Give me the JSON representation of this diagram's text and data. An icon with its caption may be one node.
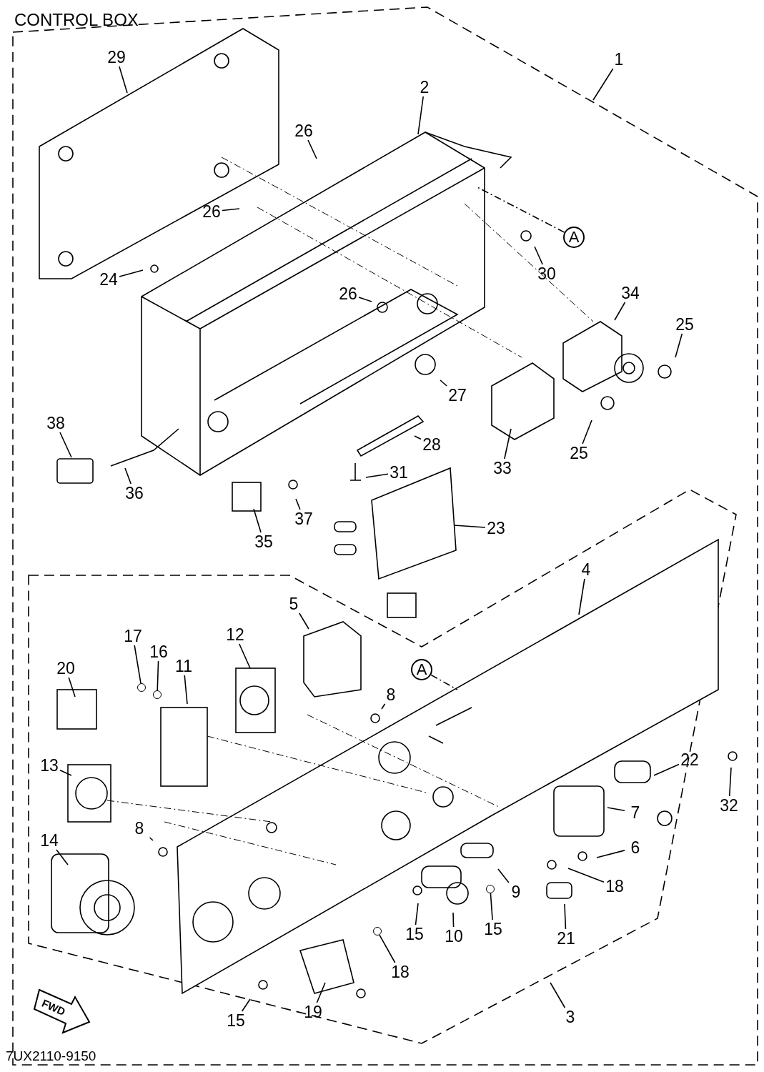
{
  "diagram": {
    "title": "CONTROL BOX",
    "nodes": [
      {
        "text": [
          "1"
        ]
      },
      {
        "text": [
          "2"
        ]
      },
      {
        "text": [
          "29"
        ]
      },
      {
        "text": [
          "26"
        ]
      },
      {
        "text": [
          "26"
        ]
      },
      {
        "text": [
          "24"
        ]
      },
      {
        "text": [
          "A"
        ]
      },
      {
        "text": [
          "30"
        ]
      },
      {
        "text": [
          "34"
        ]
      },
      {
        "text": [
          "25"
        ]
      },
      {
        "text": [
          "26"
        ]
      },
      {
        "text": [
          "27"
        ]
      },
      {
        "text": [
          "28"
        ]
      },
      {
        "text": [
          "31"
        ]
      },
      {
        "text": [
          "33"
        ]
      },
      {
        "text": [
          "25"
        ]
      },
      {
        "text": [
          "38"
        ]
      },
      {
        "text": [
          "36"
        ]
      },
      {
        "text": [
          "37"
        ]
      },
      {
        "text": [
          "35"
        ]
      },
      {
        "text": [
          "23"
        ]
      },
      {
        "text": [
          "4"
        ]
      },
      {
        "text": [
          "5"
        ]
      },
      {
        "text": [
          "17"
        ]
      },
      {
        "text": [
          "16"
        ]
      },
      {
        "text": [
          "11"
        ]
      },
      {
        "text": [
          "12"
        ]
      },
      {
        "text": [
          "20"
        ]
      },
      {
        "text": [
          "A"
        ]
      },
      {
        "text": [
          "8"
        ]
      },
      {
        "text": [
          "22"
        ]
      },
      {
        "text": [
          "32"
        ]
      },
      {
        "text": [
          "13"
        ]
      },
      {
        "text": [
          "7"
        ]
      },
      {
        "text": [
          "8"
        ]
      },
      {
        "text": [
          "6"
        ]
      },
      {
        "text": [
          "14"
        ]
      },
      {
        "text": [
          "18"
        ]
      },
      {
        "text": [
          "9"
        ]
      },
      {
        "text": [
          "21"
        ]
      },
      {
        "text": [
          "15"
        ]
      },
      {
        "text": [
          "10"
        ]
      },
      {
        "text": [
          "15"
        ]
      },
      {
        "text": [
          "18"
        ]
      },
      {
        "text": [
          "19"
        ]
      },
      {
        "text": [
          "15"
        ]
      },
      {
        "text": [
          "3"
        ]
      },
      {
        "text": [],
        "shape": "circle"
      },
      {
        "text": [],
        "shape": "circle"
      },
      {
        "text": [],
        "shape": "circle"
      },
      {
        "text": [],
        "shape": "circle"
      }
    ],
    "edges": [
      {
        "from": 0,
        "to": null,
        "arrow": "none"
      },
      {
        "from": 1,
        "to": null,
        "arrow": "none"
      },
      {
        "from": 2,
        "to": null,
        "arrow": "none"
      },
      {
        "from": 3,
        "to": null,
        "arrow": "none"
      },
      {
        "from": 4,
        "to": null,
        "arrow": "none"
      },
      {
        "from": 5,
        "to": null,
        "arrow": "none"
      },
      {
        "from": 6,
        "to": null,
        "arrow": "none",
        "style": "dashed"
      },
      {
        "from": 7,
        "to": null,
        "arrow": "none"
      },
      {
        "from": 8,
        "to": null,
        "arrow": "none"
      },
      {
        "from": 9,
        "to": null,
        "arrow": "none"
      },
      {
        "from": 10,
        "to": null,
        "arrow": "none"
      },
      {
        "from": 11,
        "to": null,
        "arrow": "none"
      },
      {
        "from": 12,
        "to": null,
        "arrow": "none"
      },
      {
        "from": 13,
        "to": null,
        "arrow": "none"
      },
      {
        "from": 14,
        "to": null,
        "arrow": "none"
      },
      {
        "from": 15,
        "to": null,
        "arrow": "none"
      },
      {
        "from": 16,
        "to": null,
        "arrow": "none"
      },
      {
        "from": 17,
        "to": null,
        "arrow": "none"
      },
      {
        "from": 18,
        "to": null,
        "arrow": "none"
      },
      {
        "from": 19,
        "to": null,
        "arrow": "none"
      },
      {
        "from": 20,
        "to": null,
        "arrow": "none"
      },
      {
        "from": 21,
        "to": null,
        "arrow": "none"
      },
      {
        "from": 22,
        "to": null,
        "arrow": "none"
      },
      {
        "from": 23,
        "to": 47,
        "arrow": "none"
      },
      {
        "from": 24,
        "to": 48,
        "arrow": "none"
      },
      {
        "from": 25,
        "to": null,
        "arrow": "none"
      },
      {
        "from": 26,
        "to": null,
        "arrow": "none"
      },
      {
        "from": 27,
        "to": null,
        "arrow": "none"
      },
      {
        "from": 28,
        "to": null,
        "arrow": "none",
        "style": "dashed"
      },
      {
        "from": 29,
        "to": null,
        "arrow": "none"
      },
      {
        "from": 30,
        "to": null,
        "arrow": "none"
      },
      {
        "from": 31,
        "to": null,
        "arrow": "none"
      },
      {
        "from": 32,
        "to": null,
        "arrow": "none"
      },
      {
        "from": 33,
        "to": null,
        "arrow": "none"
      },
      {
        "from": 34,
        "to": null,
        "arrow": "none"
      },
      {
        "from": 35,
        "to": null,
        "arrow": "none"
      },
      {
        "from": 36,
        "to": null,
        "arrow": "none"
      },
      {
        "from": 37,
        "to": null,
        "arrow": "none"
      },
      {
        "from": 38,
        "to": null,
        "arrow": "none"
      },
      {
        "from": 39,
        "to": null,
        "arrow": "none"
      },
      {
        "from": 40,
        "to": 49,
        "arrow": "none"
      },
      {
        "from": 41,
        "to": null,
        "arrow": "none"
      },
      {
        "from": 42,
        "to": null,
        "arrow": "none"
      },
      {
        "from": 43,
        "to": 50,
        "arrow": "none"
      },
      {
        "from": 44,
        "to": null,
        "arrow": "none"
      },
      {
        "from": 45,
        "to": null,
        "arrow": "none"
      },
      {
        "from": 46,
        "to": null,
        "arrow": "none"
      }
    ],
    "labels": [
      "FWD",
      "7UX2110-9150"
    ]
  }
}
